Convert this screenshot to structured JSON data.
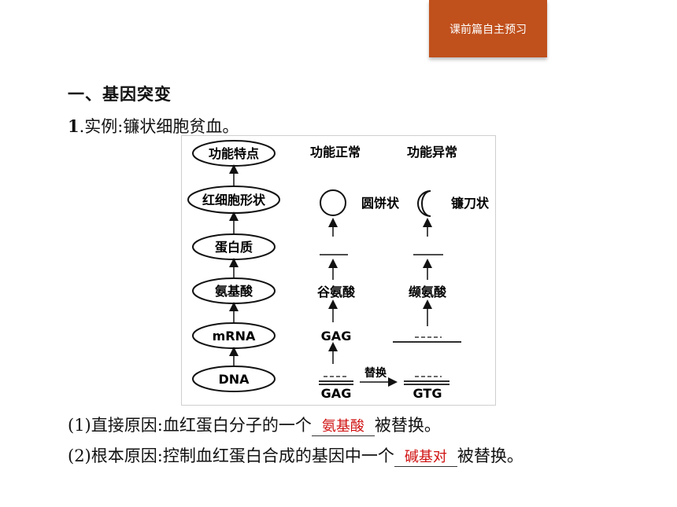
{
  "header": {
    "tab_label": "课前篇自主预习"
  },
  "section_title": "一、基因突变",
  "line1": {
    "num": "1",
    "text": ".实例:镰状细胞贫血。"
  },
  "figure": {
    "chain": [
      "功能特点",
      "红细胞形状",
      "蛋白质",
      "氨基酸",
      "mRNA",
      "DNA"
    ],
    "col_normal_title": "功能正常",
    "col_abnormal_title": "功能异常",
    "normal_shape": "圆饼状",
    "abnormal_shape": "镰刀状",
    "normal_aa": "谷氨酸",
    "abnormal_aa": "缬氨酸",
    "normal_mrna": "GAG",
    "normal_dna": "GAG",
    "abnormal_dna": "GTG",
    "replace_label": "替换"
  },
  "line2": {
    "prefix": "(1)直接原因:血红蛋白分子的一个",
    "blank": "氨基酸",
    "suffix": "被替换。"
  },
  "line3": {
    "prefix": "(2)根本原因:控制血红蛋白合成的基因中一个",
    "blank": "碱基对",
    "suffix": "被替换。"
  }
}
